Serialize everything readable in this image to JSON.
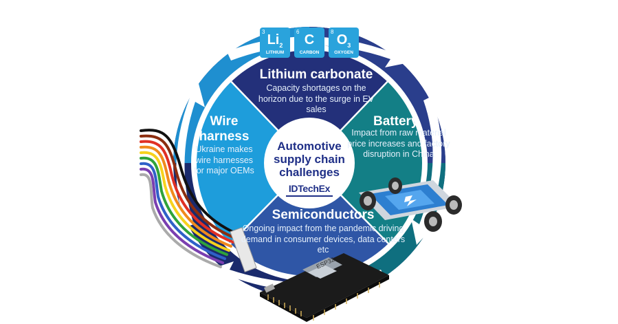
{
  "center": {
    "title_lines": [
      "Automotive",
      "supply chain",
      "challenges"
    ],
    "logo": "IDTechEx"
  },
  "segments": {
    "lithium": {
      "title": "Lithium carbonate",
      "description": "Capacity shortages on the horizon due to the surge in EV sales",
      "color": "#23307a"
    },
    "battery": {
      "title": "Battery",
      "description": "Impact from raw material price increases and factory disruption in China",
      "color": "#137f86"
    },
    "wire": {
      "title_lines": [
        "Wire",
        "harness"
      ],
      "description": "Ukraine makes wire harnesses for major OEMs",
      "color": "#1e9ddb"
    },
    "semi": {
      "title": "Semiconductors",
      "description": "Ongoing impact from the pandemic driving demand in consumer devices, data centers etc",
      "color": "#2f56a6"
    }
  },
  "elements": [
    {
      "number": "3",
      "symbol": "Li",
      "subscript": "2",
      "name": "LITHIUM"
    },
    {
      "number": "6",
      "symbol": "C",
      "subscript": "",
      "name": "CARBON"
    },
    {
      "number": "8",
      "symbol": "O",
      "subscript": "3",
      "name": "OXYGEN"
    }
  ],
  "chip_label": "ESP32"
}
